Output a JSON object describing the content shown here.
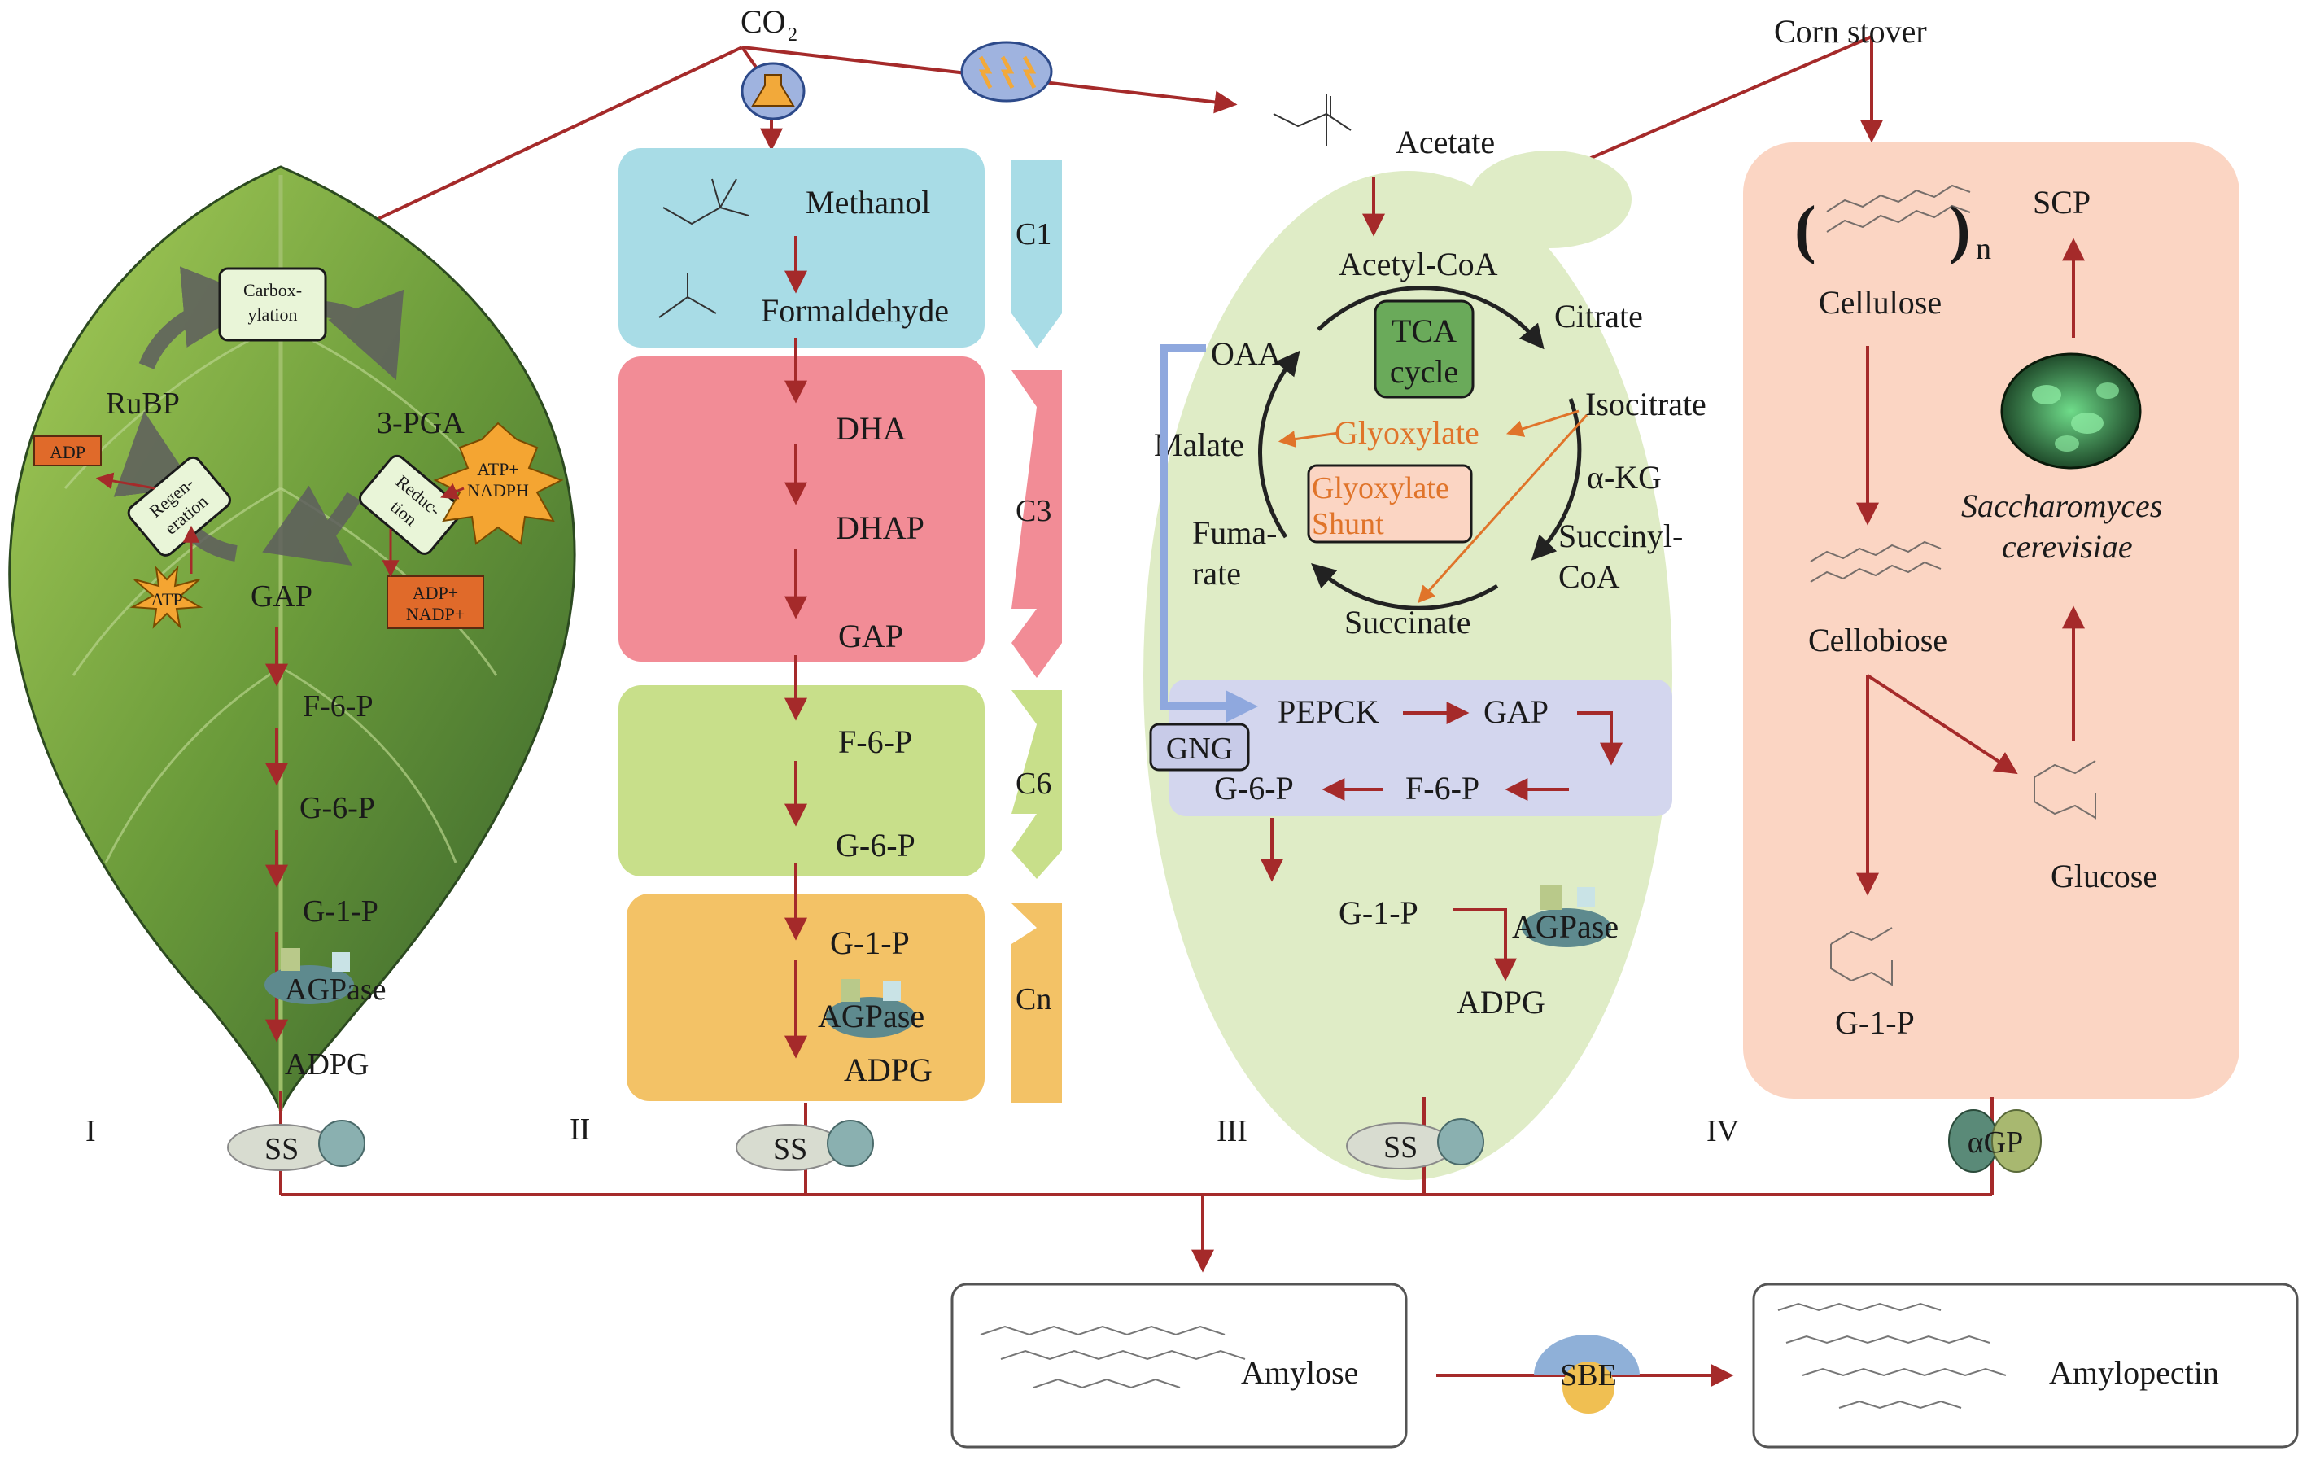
{
  "top": {
    "co2": "CO",
    "co2_sub": "2",
    "corn_stover": "Corn stover"
  },
  "panel1": {
    "numeral": "I",
    "carboxylation": [
      "Carbox-",
      "ylation"
    ],
    "regeneration": [
      "Regen-",
      "eration"
    ],
    "reduction": [
      "Reduc-",
      "tion"
    ],
    "rubp": "RuBP",
    "pga": "3-PGA",
    "gap": "GAP",
    "adp": "ADP",
    "atp": "ATP",
    "atp_nadph": [
      "ATP+",
      "NADPH"
    ],
    "adp_nadp": [
      "ADP+",
      "NADP+"
    ],
    "f6p": "F-6-P",
    "g6p": "G-6-P",
    "g1p": "G-1-P",
    "agpase": "AGPase",
    "adpg": "ADPG",
    "ss": "SS"
  },
  "panel2": {
    "numeral": "II",
    "methanol": "Methanol",
    "formaldehyde": "Formaldehyde",
    "dha": "DHA",
    "dhap": "DHAP",
    "gap": "GAP",
    "f6p": "F-6-P",
    "g6p": "G-6-P",
    "g1p": "G-1-P",
    "agpase": "AGPase",
    "adpg": "ADPG",
    "ss": "SS",
    "stages": [
      "C1",
      "C3",
      "C6",
      "Cn"
    ]
  },
  "panel3": {
    "numeral": "III",
    "acetate": "Acetate",
    "acetyl_coa": "Acetyl-CoA",
    "tca": [
      "TCA",
      "cycle"
    ],
    "citrate": "Citrate",
    "isocitrate": "Isocitrate",
    "akg": "α-KG",
    "succinyl": [
      "Succinyl-",
      "CoA"
    ],
    "succinate": "Succinate",
    "fumarate": [
      "Fuma-",
      "rate"
    ],
    "malate": "Malate",
    "oaa": "OAA",
    "glyoxylate": "Glyoxylate",
    "glyoxylate_shunt": [
      "Glyoxylate",
      "Shunt"
    ],
    "gng": "GNG",
    "pepck": "PEPCK",
    "gap": "GAP",
    "f6p": "F-6-P",
    "g6p": "G-6-P",
    "g1p": "G-1-P",
    "agpase": "AGPase",
    "adpg": "ADPG",
    "ss": "SS"
  },
  "panel4": {
    "numeral": "IV",
    "cellulose": "Cellulose",
    "n": "n",
    "scp": "SCP",
    "organism": [
      "Saccharomyces",
      "cerevisiae"
    ],
    "cellobiose": "Cellobiose",
    "glucose": "Glucose",
    "g1p": "G-1-P",
    "agp": "αGP"
  },
  "bottom": {
    "amylose": "Amylose",
    "sbe": "SBE",
    "amylopectin": "Amylopectin"
  },
  "colors": {
    "arrow": "#a52a2a",
    "c1": "#a8dce6",
    "c3": "#f28c96",
    "c6": "#c8df8a",
    "cn": "#f3c266",
    "cell": "#dfecc6",
    "panel4": "#fbd5c3",
    "gng": "#d3d6ee",
    "orange": "#e0742a"
  }
}
